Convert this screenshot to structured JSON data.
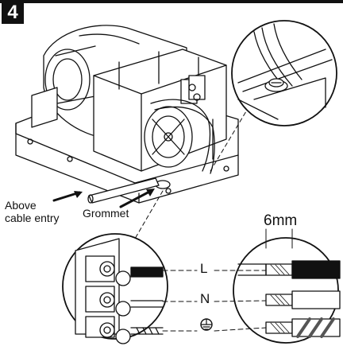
{
  "step": {
    "number": "4"
  },
  "callouts": {
    "above_line1": "Above",
    "above_line2": "cable entry",
    "grommet": "Grommet",
    "strip_length": "6mm"
  },
  "wires": {
    "live": "L",
    "neutral": "N",
    "earth_symbol": "earth-ground-icon"
  },
  "colors": {
    "ink": "#111111",
    "live_wire": "#111111",
    "neutral_wire": "#ffffff",
    "earth_stripe": "#555555"
  }
}
